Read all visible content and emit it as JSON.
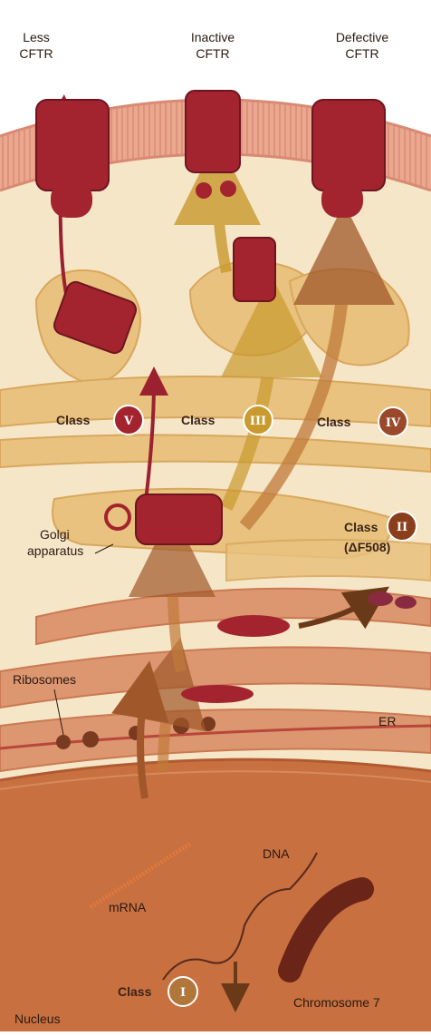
{
  "top_labels": {
    "less_cftr": [
      "Less",
      "CFTR"
    ],
    "inactive_cftr": [
      "Inactive",
      "CFTR"
    ],
    "defective_cftr": [
      "Defective",
      "CFTR"
    ]
  },
  "classes": {
    "word": "Class",
    "v": "V",
    "iii": "III",
    "iv": "IV",
    "ii": "II",
    "ii_note": "(ΔF508)",
    "i": "I"
  },
  "labels": {
    "golgi": [
      "Golgi",
      "apparatus"
    ],
    "ribosomes": "Ribosomes",
    "er": "ER",
    "dna": "DNA",
    "mrna": "mRNA",
    "chromosome": "Chromosome 7",
    "nucleus": "Nucleus"
  },
  "colors": {
    "membrane": "#eaa48c",
    "cytoplasm": "#f6e6c8",
    "golgi": "#e8c27e",
    "er": "#d98a62",
    "nucleus": "#c8703e",
    "protein": "#a3242f",
    "class_v": "#a3242f",
    "class_iii": "#c99a2e",
    "class_iv": "#9a4a2a",
    "class_ii": "#8a3e1c",
    "class_i": "#b0763a"
  }
}
